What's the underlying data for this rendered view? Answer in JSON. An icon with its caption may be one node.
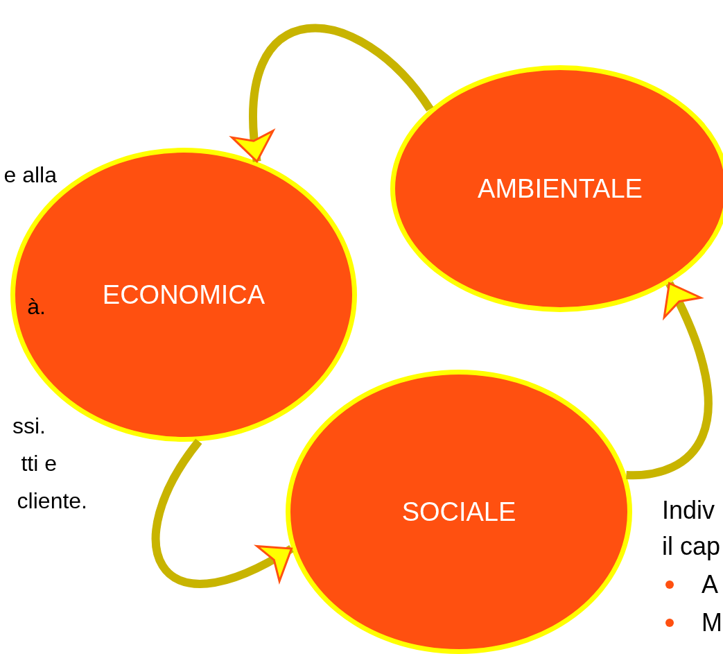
{
  "diagram": {
    "nodes": [
      {
        "text": [
          "AMBIENTALE"
        ]
      },
      {
        "text": [
          "ECONOMICA"
        ]
      },
      {
        "text": [
          "SOCIALE"
        ]
      }
    ],
    "edges": [
      {
        "from": 0,
        "to": 1,
        "arrow": "to"
      },
      {
        "from": 1,
        "to": 2,
        "arrow": "to"
      },
      {
        "from": 2,
        "to": 0,
        "arrow": "to"
      }
    ],
    "labels": [
      "e alla",
      "à.",
      "ssi.",
      "tti e",
      "cliente.",
      "Indiv",
      "il cap",
      "A",
      "M"
    ]
  }
}
